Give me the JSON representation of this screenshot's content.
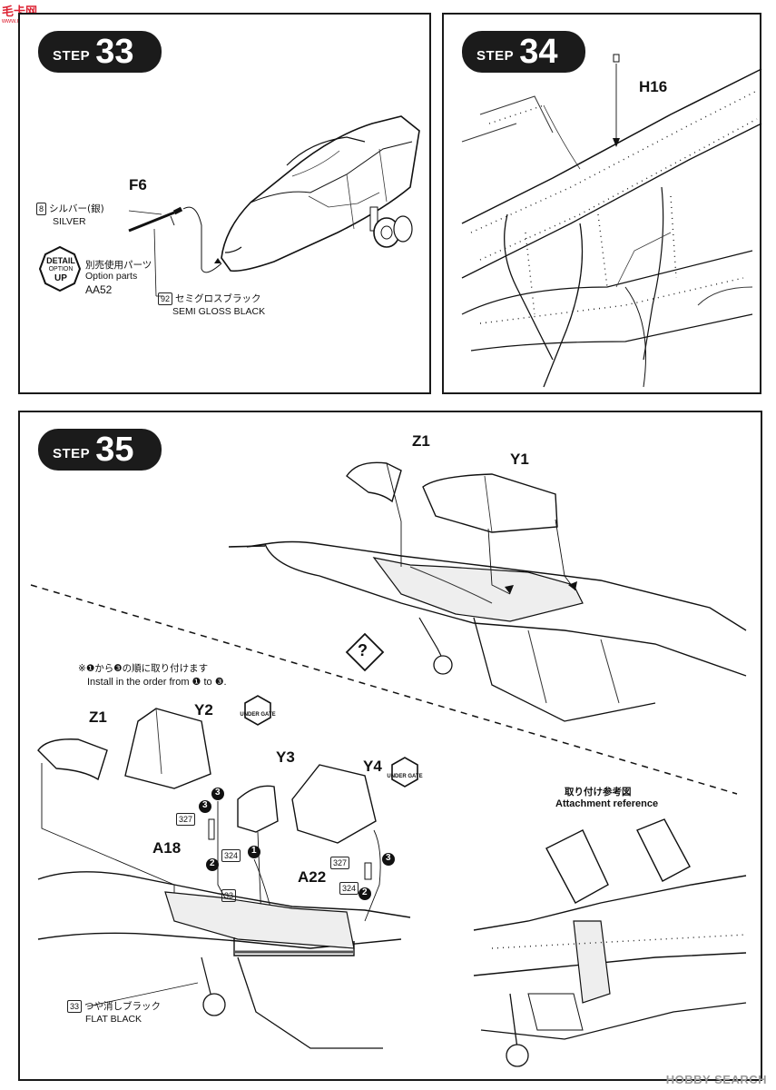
{
  "watermark": {
    "text": "毛卡网",
    "url": "www.maoka.com"
  },
  "footer": {
    "brand": "HOBBY SEARCH"
  },
  "step33": {
    "badge_word": "STEP",
    "badge_num": "33",
    "part_f6": "F6",
    "paint_silver_num": "8",
    "paint_silver_jp": "シルバー(銀)",
    "paint_silver_en": "SILVER",
    "detail_line1": "DETAIL",
    "detail_line2": "OPTION",
    "detail_line3": "UP",
    "option_jp": "別売使用パーツ",
    "option_en": "Option parts",
    "option_code": "AA52",
    "paint_sgb_num": "92",
    "paint_sgb_jp": "セミグロスブラック",
    "paint_sgb_en": "SEMI GLOSS BLACK"
  },
  "step34": {
    "badge_word": "STEP",
    "badge_num": "34",
    "part_h16": "H16"
  },
  "step35": {
    "badge_word": "STEP",
    "badge_num": "35",
    "part_z1_top": "Z1",
    "part_y1": "Y1",
    "note_jp": "※❶から❸の順に取り付けます",
    "note_en": "Install in the order from ❶ to ❸.",
    "part_z1": "Z1",
    "part_y2": "Y2",
    "part_y3": "Y3",
    "part_y4": "Y4",
    "under_gate": "UNDER GATE",
    "part_a18": "A18",
    "part_a22": "A22",
    "paint_327": "327",
    "paint_324": "324",
    "paint_33": "33",
    "order_1": "1",
    "order_2": "2",
    "order_3": "3",
    "paint_flat_jp": "つや消しブラック",
    "paint_flat_en": "FLAT BLACK",
    "ref_jp": "取り付け参考図",
    "ref_en": "Attachment reference"
  }
}
